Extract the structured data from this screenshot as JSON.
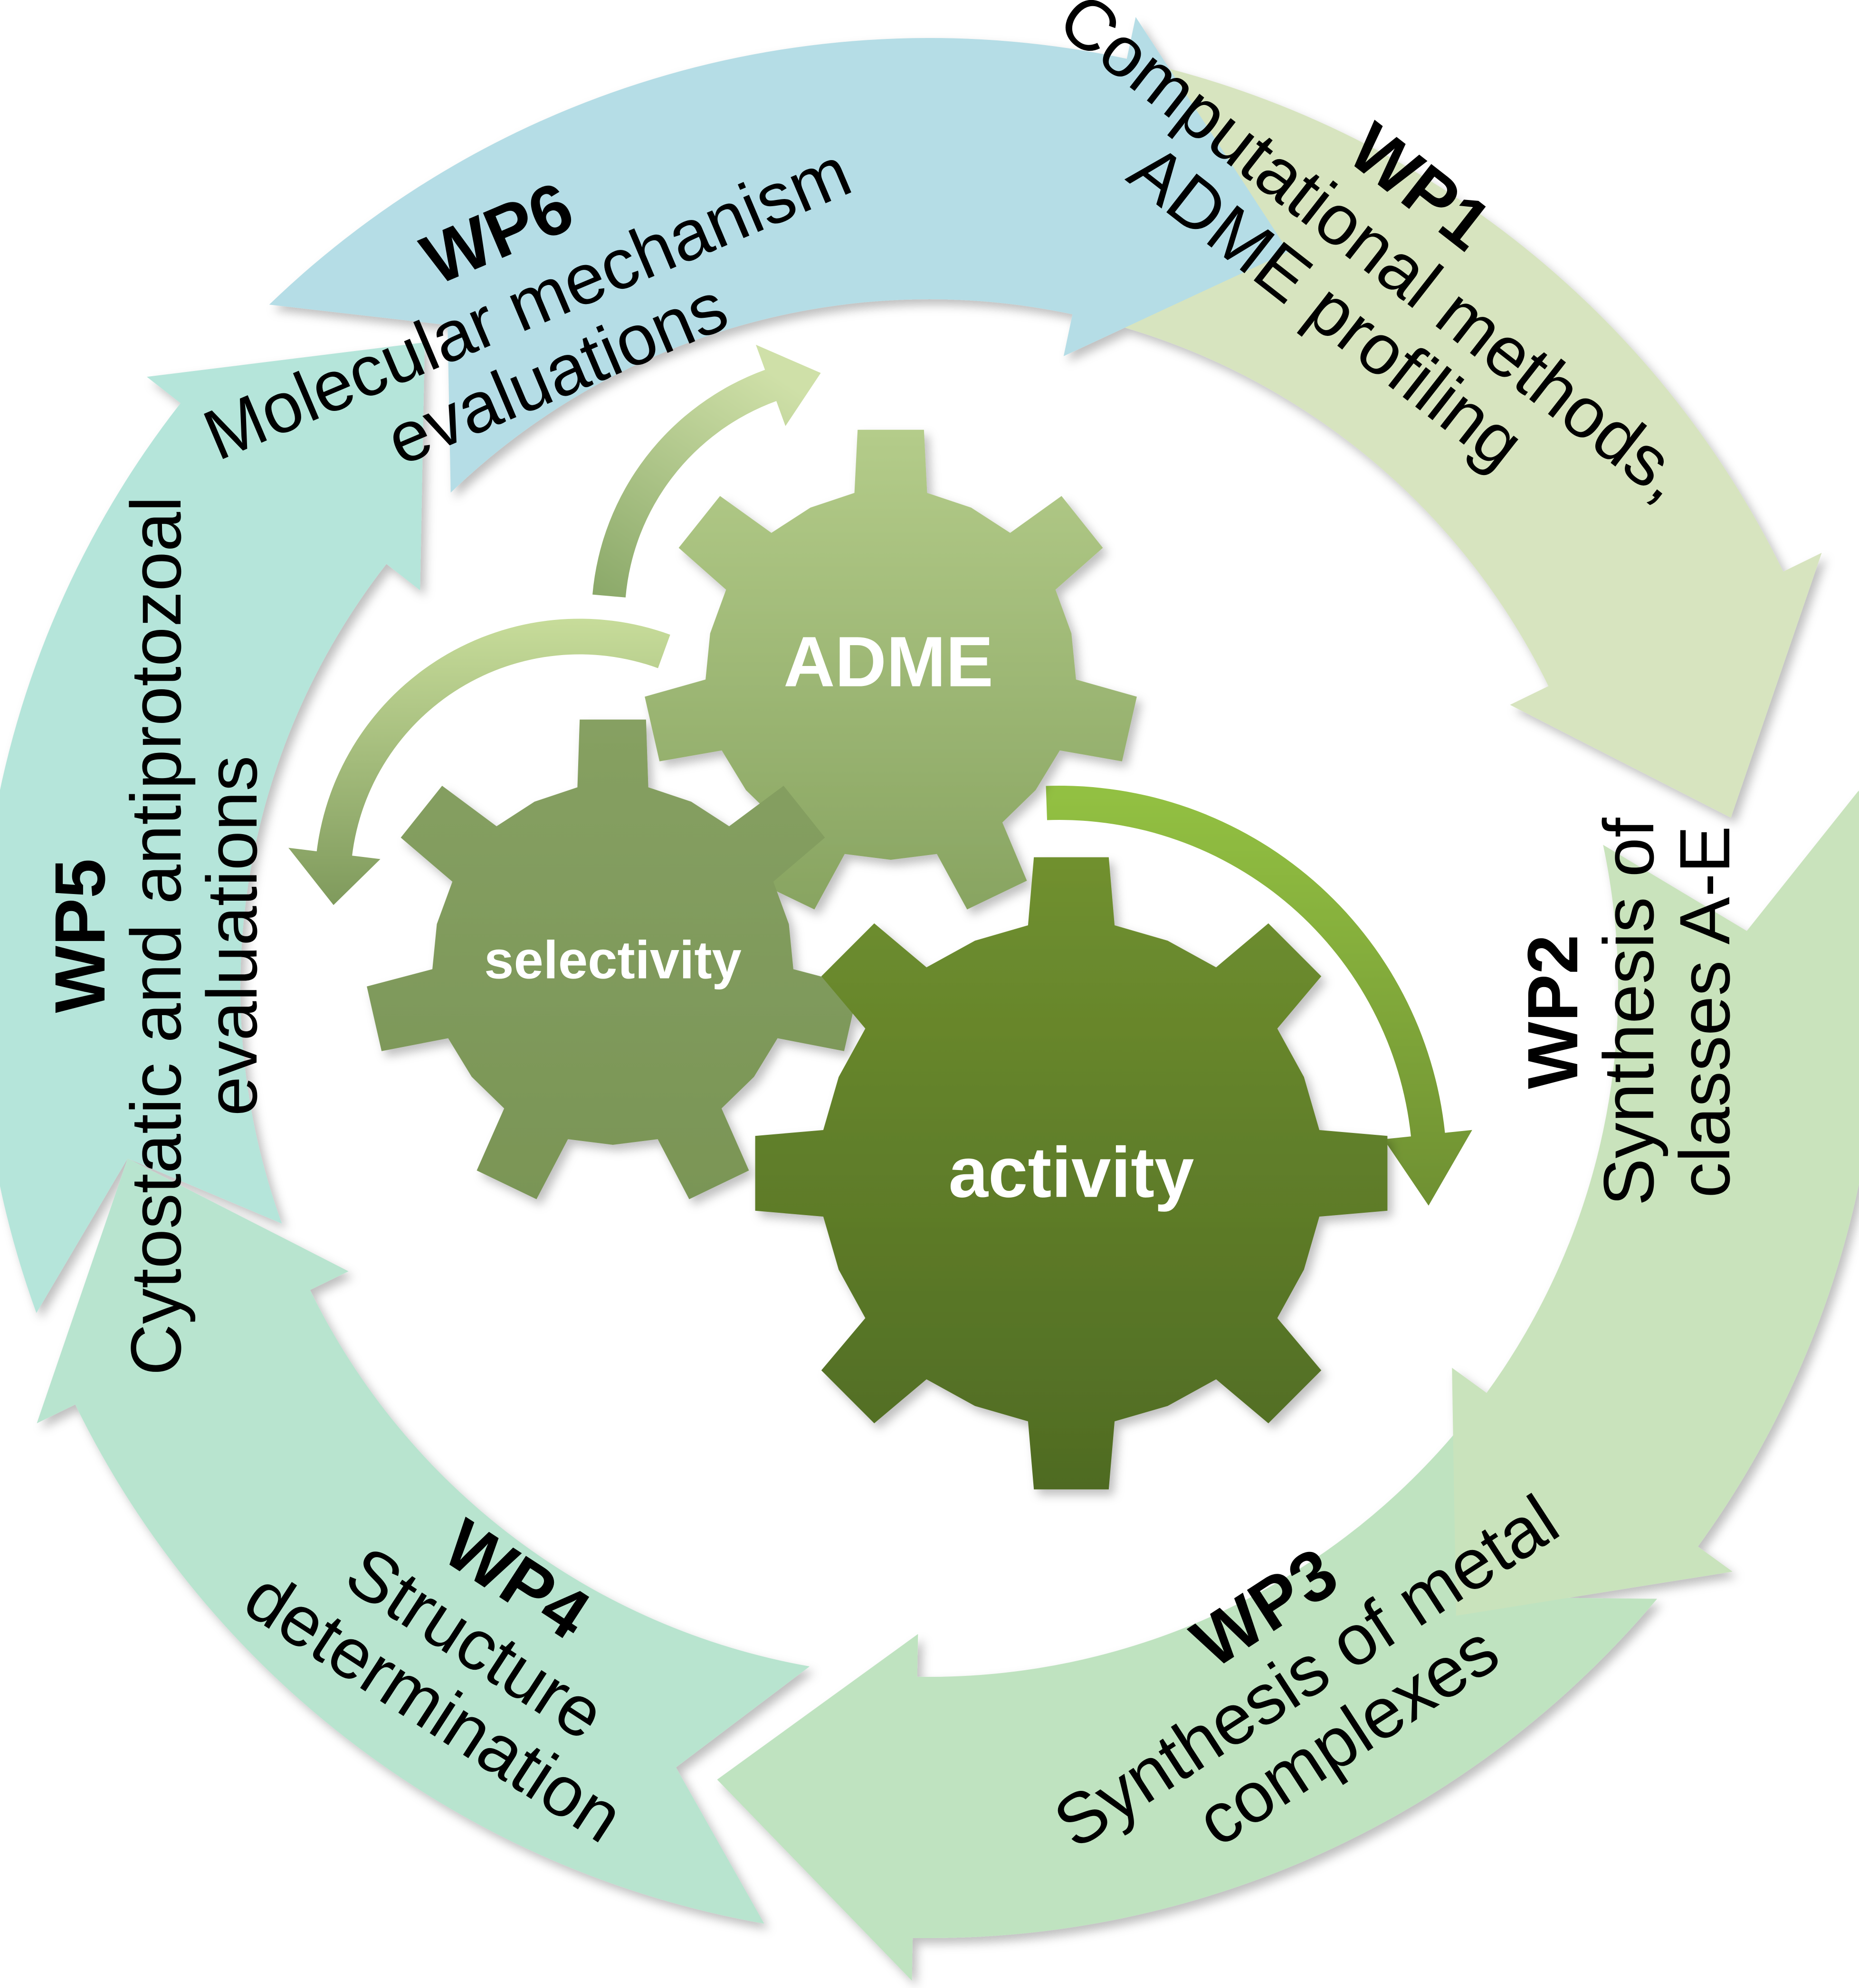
{
  "work_packages": [
    {
      "id": "WP1",
      "lines": [
        "Computational methods,",
        "ADME profiling"
      ],
      "color": "#d7e4bf"
    },
    {
      "id": "WP2",
      "lines": [
        "Synthesis of",
        "classes A-E"
      ],
      "color": "#c9e3bc"
    },
    {
      "id": "WP3",
      "lines": [
        "Synthesis of metal",
        "complexes"
      ],
      "color": "#bfe3c0"
    },
    {
      "id": "WP4",
      "lines": [
        "Structure",
        "determination"
      ],
      "color": "#b8e4cf"
    },
    {
      "id": "WP5",
      "lines": [
        "Cytostatic and antiprotozoal",
        "evaluations"
      ],
      "color": "#b5e5da"
    },
    {
      "id": "WP6",
      "lines": [
        "Molecular mechanism",
        "evaluations"
      ],
      "color": "#b5dde6"
    }
  ],
  "gears": {
    "adme": {
      "label": "ADME",
      "color_top": "#b4cc8a",
      "color_bottom": "#88a461"
    },
    "selectivity": {
      "label": "selectivity",
      "color_top": "#86a062",
      "color_bottom": "#7a9556"
    },
    "activity": {
      "label": "activity",
      "color_top": "#70902f",
      "color_bottom": "#4f6b23"
    }
  },
  "small_arrow_color": "#8ab84a"
}
